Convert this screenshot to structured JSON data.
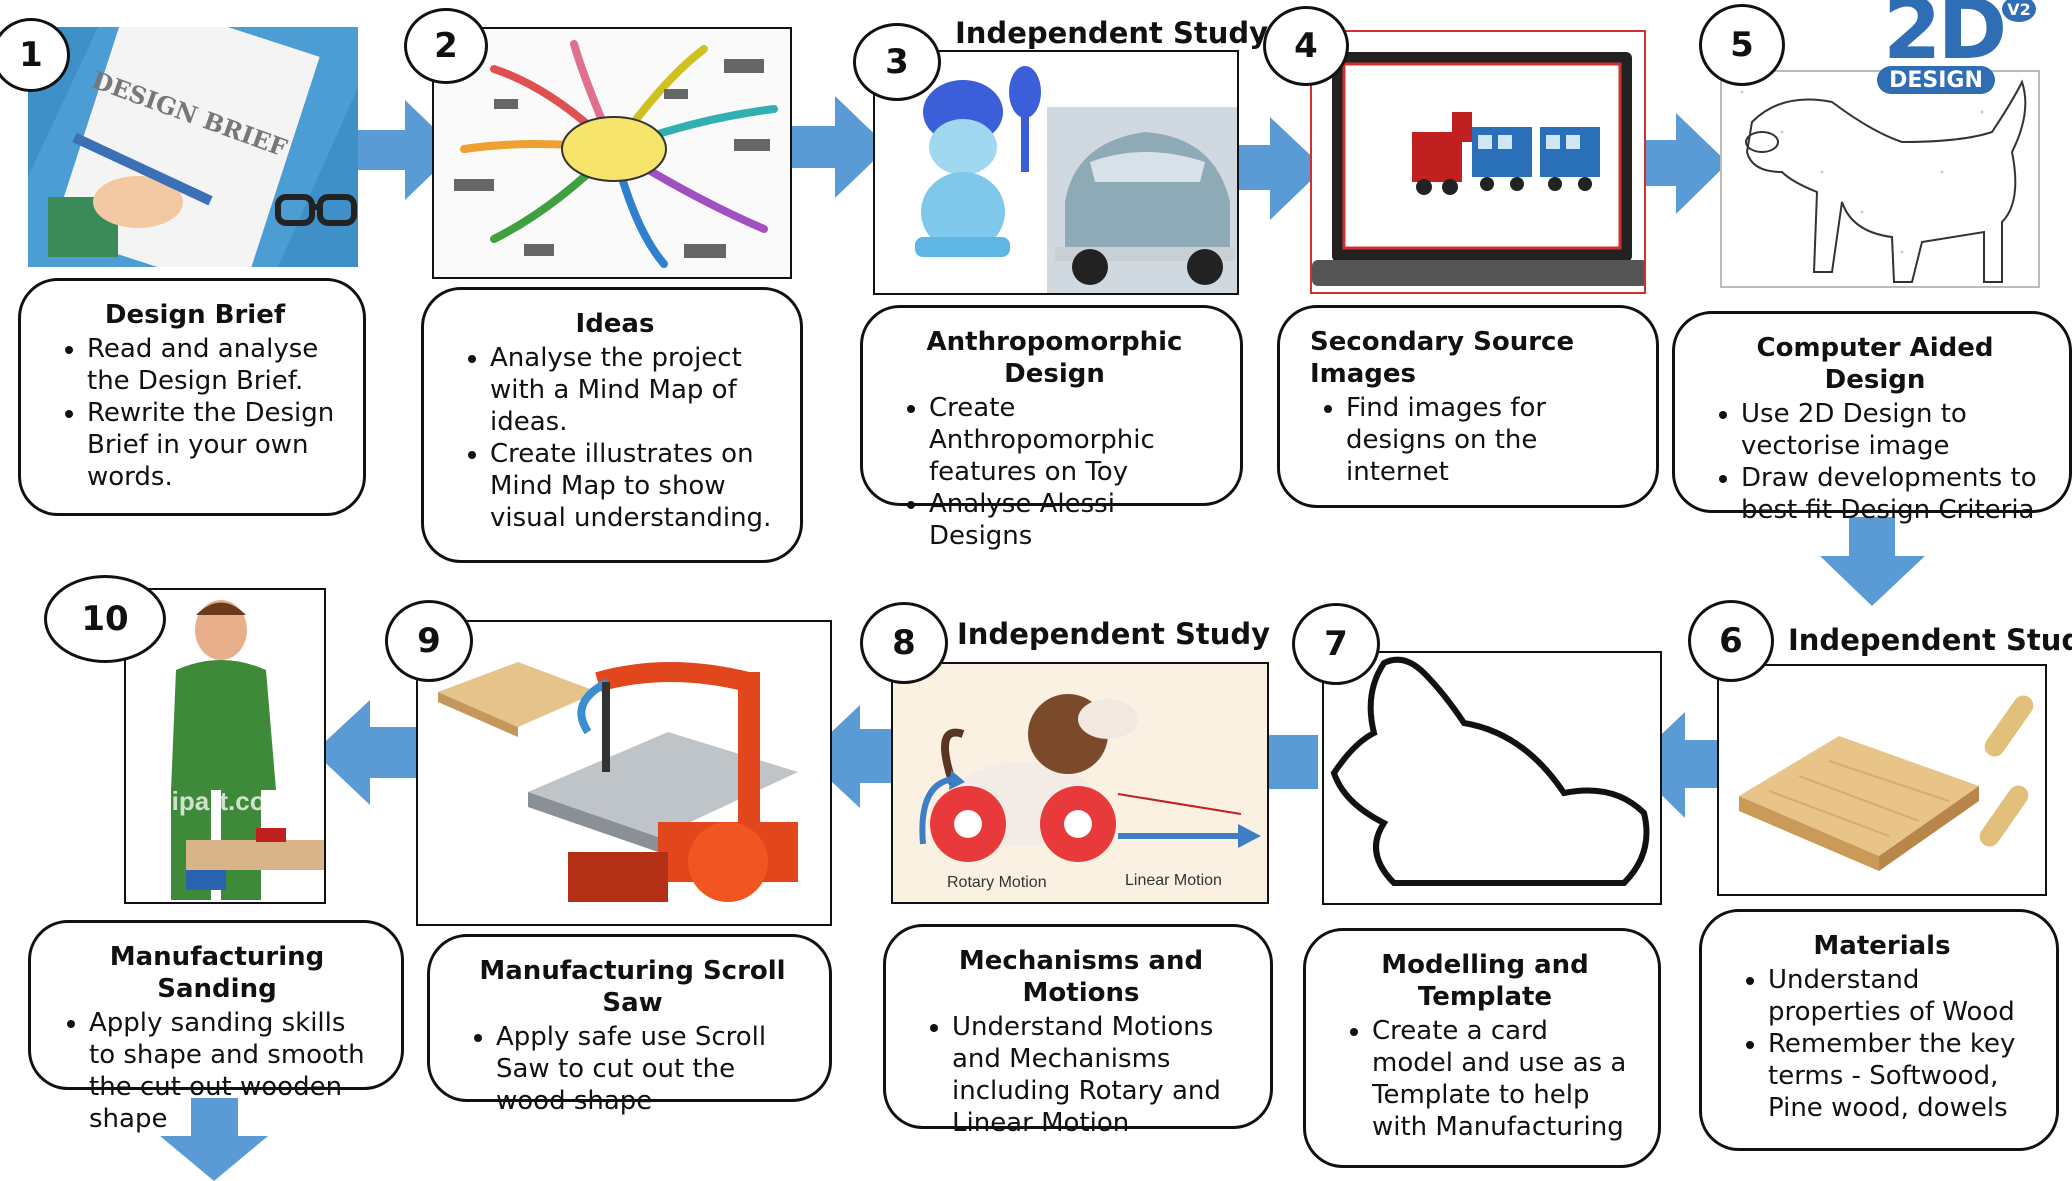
{
  "colors": {
    "arrow": "#5b9bd5",
    "outline": "#111111"
  },
  "independent_label": "Independent Study",
  "steps": [
    {
      "n": "1",
      "title": "Design Brief",
      "bullets": [
        "Read and analyse the Design Brief.",
        "Rewrite the Design Brief in your own words."
      ],
      "image": "design-brief-paper-icon",
      "image_text": "DESIGN BRIEF"
    },
    {
      "n": "2",
      "title": "Ideas",
      "bullets": [
        "Analyse the project with a Mind Map of ideas.",
        "Create illustrates on Mind Map to show visual understanding."
      ],
      "image": "mind-map-icon"
    },
    {
      "n": "3",
      "title": "Anthropomorphic Design",
      "bullets": [
        "Create Anthropomorphic features on Toy",
        "Analyse Alessi Designs"
      ],
      "image": "alessi-figure-and-car-icon"
    },
    {
      "n": "4",
      "title": "Secondary Source Images",
      "bullets": [
        "Find images for designs on the internet"
      ],
      "image": "laptop-train-icon"
    },
    {
      "n": "5",
      "title": "Computer Aided Design",
      "bullets": [
        "Use 2D Design to vectorise  image",
        "Draw developments to best fit Design Criteria"
      ],
      "image": "dog-outline-icon",
      "logo_main": "2D",
      "logo_sub": "DESIGN",
      "logo_ver": "V2"
    },
    {
      "n": "6",
      "title": "Materials",
      "bullets": [
        "Understand properties of Wood",
        "Remember the key terms - Softwood, Pine wood, dowels"
      ],
      "image": "wood-board-dowels-icon"
    },
    {
      "n": "7",
      "title": "Modelling and Template",
      "bullets": [
        "Create a card model and use as a Template to help with Manufacturing"
      ],
      "image": "template-silhouette-icon"
    },
    {
      "n": "8",
      "title": "Mechanisms and Motions",
      "bullets": [
        "Understand Motions and Mechanisms including Rotary and Linear Motion"
      ],
      "image": "pull-toy-dog-icon",
      "captions": [
        "Rotary Motion",
        "Linear Motion"
      ]
    },
    {
      "n": "9",
      "title": "Manufacturing Scroll Saw",
      "bullets": [
        "Apply safe use Scroll Saw to cut out the wood shape"
      ],
      "image": "scroll-saw-icon"
    },
    {
      "n": "10",
      "title": "Manufacturing Sanding",
      "bullets": [
        "Apply sanding skills to shape and smooth the cut out wooden shape"
      ],
      "image": "worker-sanding-icon",
      "watermark": "clipart.com"
    }
  ]
}
